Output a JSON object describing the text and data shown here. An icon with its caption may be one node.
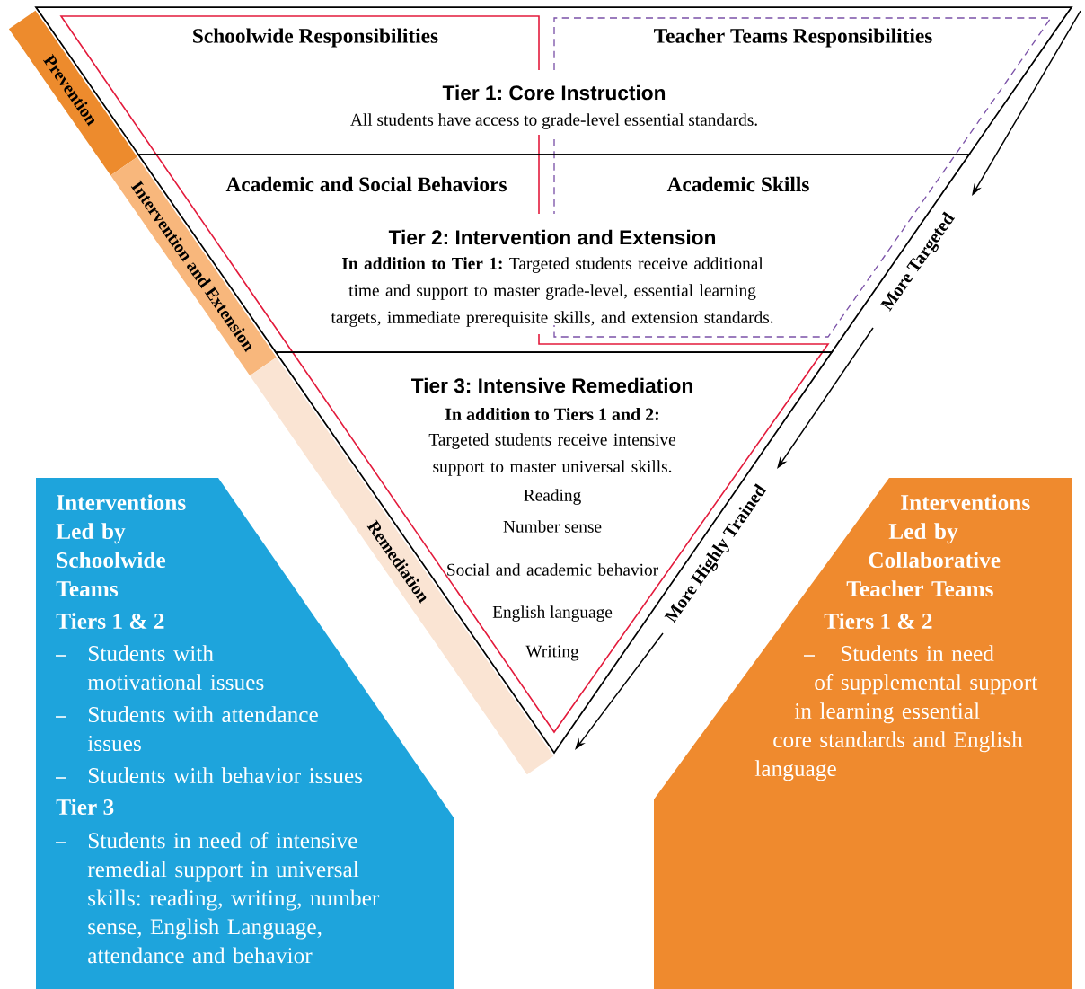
{
  "diagram": {
    "nodes": [
      {
        "text": [
          "Prevention"
        ]
      },
      {
        "text": [
          "Intervention and Extension"
        ]
      },
      {
        "text": [
          "Remediation"
        ]
      },
      {
        "text": [
          "Schoolwide Responsibilities",
          "Teacher Teams Responsibilities",
          "Tier 1: Core Instruction",
          "All students have access to grade-level essential standards."
        ]
      },
      {
        "text": [
          "Academic and Social Behaviors",
          "Academic Skills",
          "Tier 2: Intervention and Extension",
          "**In addition to Tier 1:** Targeted students receive additional time and support to master grade-level, essential learning targets, immediate prerequisite skills, and extension standards."
        ]
      },
      {
        "text": [
          "Tier 3: Intensive Remediation",
          "In addition to Tiers 1 and 2:",
          "Targeted students receive intensive support to master universal skills.",
          "Reading",
          "Number sense",
          "Social and academic behavior",
          "English language",
          "Writing"
        ]
      },
      {
        "text": [
          "Interventions Led by Schoolwide Teams",
          "Tiers 1 & 2",
          "Students with motivational issues",
          "Students with attendance issues",
          "Students with behavior issues",
          "Tier 3",
          "Students in need of intensive remedial support in universal skills: reading, writing, number sense, English Language, attendance and behavior"
        ]
      },
      {
        "text": [
          "Interventions Led by Collaborative Teacher Teams",
          "Tiers 1 & 2",
          "Students in need of supplemental support in learning essential core standards and English language"
        ]
      }
    ],
    "labels": [
      "More Targeted",
      "More Highly Trained"
    ]
  }
}
